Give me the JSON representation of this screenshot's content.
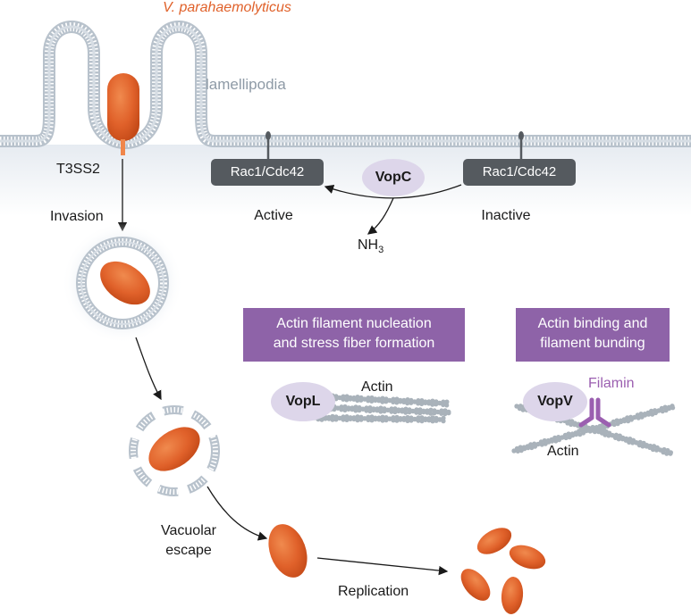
{
  "title": "V. parahaemolyticus",
  "membrane_label": "lamellipodia",
  "t3ss2_label": "T3SS2",
  "invasion_label": "Invasion",
  "vacuolar_escape_line1": "Vacuolar",
  "vacuolar_escape_line2": "escape",
  "replication_label": "Replication",
  "rac_left": "Rac1/Cdc42",
  "rac_right": "Rac1/Cdc42",
  "vopc_label": "VopC",
  "active_label": "Active",
  "inactive_label": "Inactive",
  "nh3_main": "NH",
  "nh3_sub": "3",
  "box_left_line1": "Actin filament nucleation",
  "box_left_line2": "and stress fiber formation",
  "box_right_line1": "Actin binding and",
  "box_right_line2": "filament bunding",
  "vopl_label": "VopL",
  "actin_label_left": "Actin",
  "vopv_label": "VopV",
  "filamin_label": "Filamin",
  "actin_label_right": "Actin",
  "colors": {
    "bacterium": "#e0612a",
    "membrane": "#b8c2cc",
    "rac_box": "#555a5f",
    "protein_oval": "#ddd6ea",
    "purple_box": "#8e63a8",
    "filamin": "#9b5fb0"
  }
}
